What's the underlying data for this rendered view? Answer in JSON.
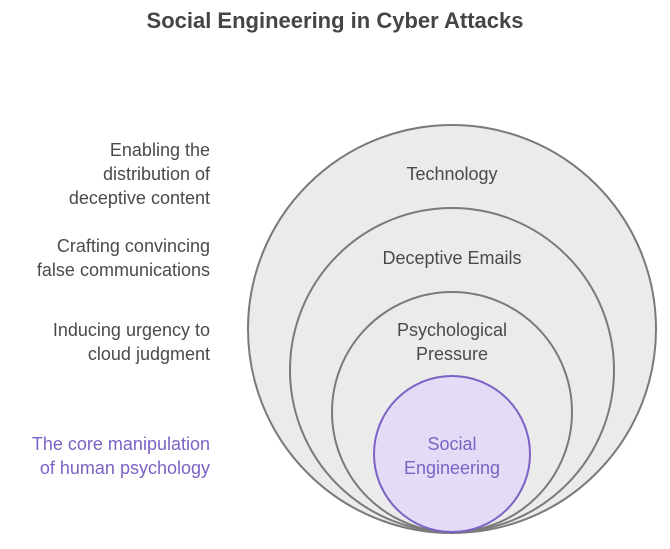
{
  "title": "Social Engineering in Cyber Attacks",
  "layers": [
    {
      "label_lines": [
        "Technology"
      ],
      "description_lines": [
        "Enabling the",
        "distribution of",
        "deceptive content"
      ],
      "fill": "#ebebeb",
      "stroke": "#7a7a7a"
    },
    {
      "label_lines": [
        "Deceptive Emails"
      ],
      "description_lines": [
        "Crafting convincing",
        "false communications"
      ],
      "fill": "#ebebeb",
      "stroke": "#7a7a7a"
    },
    {
      "label_lines": [
        "Psychological",
        "Pressure"
      ],
      "description_lines": [
        "Inducing urgency to",
        "cloud judgment"
      ],
      "fill": "#ebebeb",
      "stroke": "#7a7a7a"
    },
    {
      "label_lines": [
        "Social",
        "Engineering"
      ],
      "description_lines": [
        "The core manipulation",
        "of human psychology"
      ],
      "fill": "#e4dcf7",
      "stroke": "#7c62c4"
    }
  ]
}
